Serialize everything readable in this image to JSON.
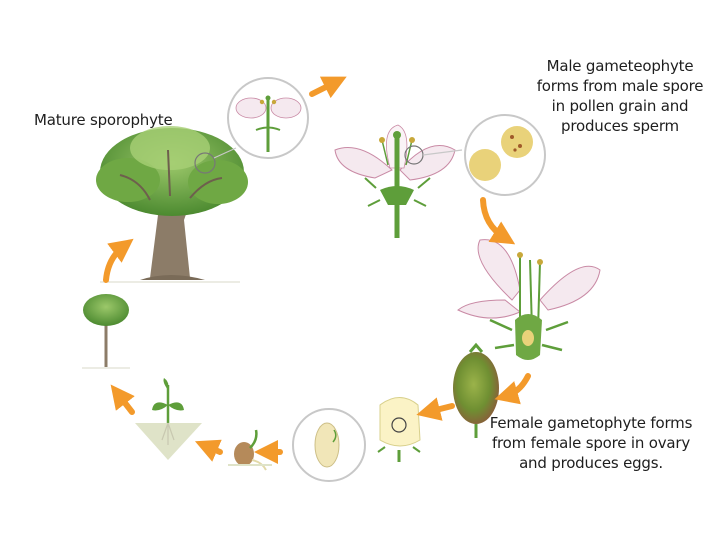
{
  "diagram": {
    "title": "",
    "labels": {
      "mature_sporophyte": "Mature sporophyte",
      "male_gametophyte": [
        "Male gameteophyte",
        "forms from male spore",
        "in pollen grain and",
        "produces sperm"
      ],
      "female_gametophyte": [
        "Female gametophyte forms",
        "from female spore in ovary",
        "and produces eggs."
      ]
    },
    "stages": [
      "mature-tree",
      "flower-closeup",
      "open-flower",
      "pollen-grains",
      "pollinated-flower",
      "fruit",
      "fruit-cross-section",
      "seed",
      "germinating-seed",
      "seedling",
      "sapling"
    ],
    "colors": {
      "arrow": "#f39a2b",
      "leaf": "#5e9e3a",
      "leaf_dark": "#3f7a25",
      "trunk": "#8c7c68",
      "petal": "#f5e9ef",
      "petal_shade": "#c98aa5",
      "pollen": "#e9d27a",
      "seed": "#f1e6b8",
      "fruit": "#7c9a3a",
      "soil": "#dfe3c8",
      "circle": "#c8c8c8"
    }
  }
}
